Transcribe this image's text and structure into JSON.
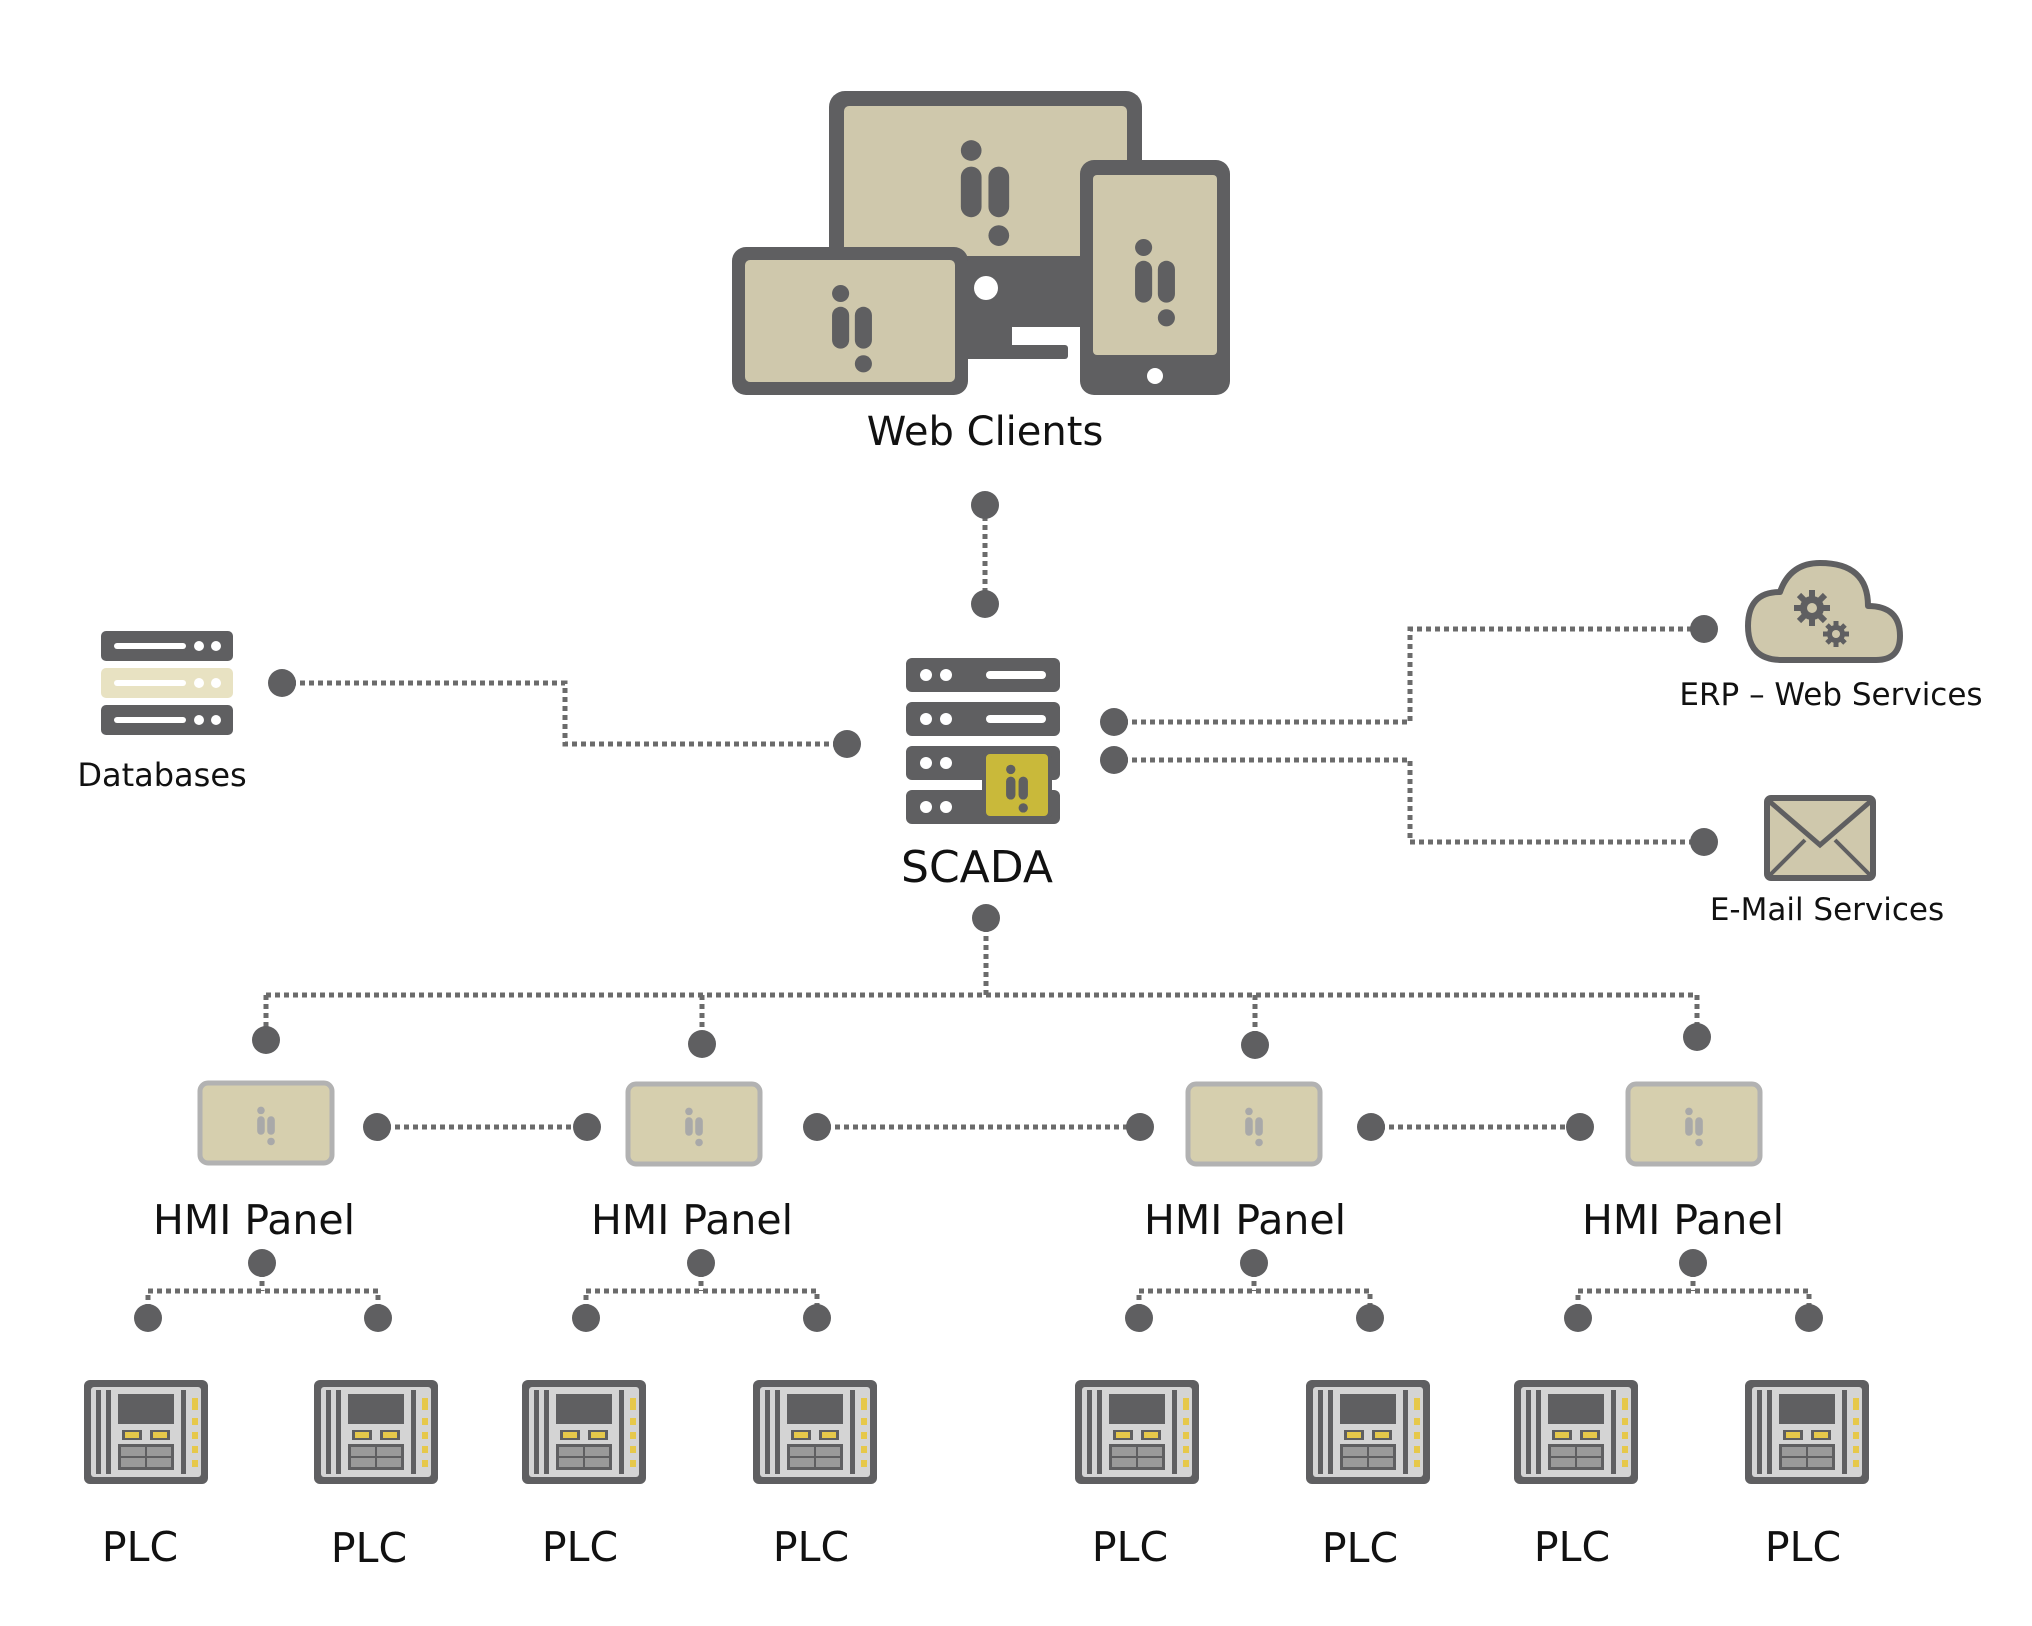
{
  "nodes": {
    "web_clients": "Web Clients",
    "scada": "SCADA",
    "databases": "Databases",
    "erp": "ERP – Web Services",
    "email": "E-Mail Services"
  },
  "hmi_panels": [
    {
      "label": "HMI Panel"
    },
    {
      "label": "HMI Panel"
    },
    {
      "label": "HMI Panel"
    },
    {
      "label": "HMI Panel"
    }
  ],
  "plcs": [
    {
      "label": "PLC"
    },
    {
      "label": "PLC"
    },
    {
      "label": "PLC"
    },
    {
      "label": "PLC"
    },
    {
      "label": "PLC"
    },
    {
      "label": "PLC"
    },
    {
      "label": "PLC"
    },
    {
      "label": "PLC"
    }
  ],
  "colors": {
    "dark": "#5f5f61",
    "screen": "#cfc8ac",
    "hmi_fill": "#d6cfae",
    "hmi_border": "#b2b2b2",
    "accent": "#c9b93a",
    "plc_yellow": "#e6c84a",
    "connector": "#6b6b6b"
  },
  "icons": {
    "web_clients": "devices-icon",
    "scada": "server-icon",
    "databases": "database-icon",
    "erp": "cloud-gears-icon",
    "email": "envelope-icon",
    "hmi": "hmi-panel-icon",
    "plc": "plc-icon"
  }
}
